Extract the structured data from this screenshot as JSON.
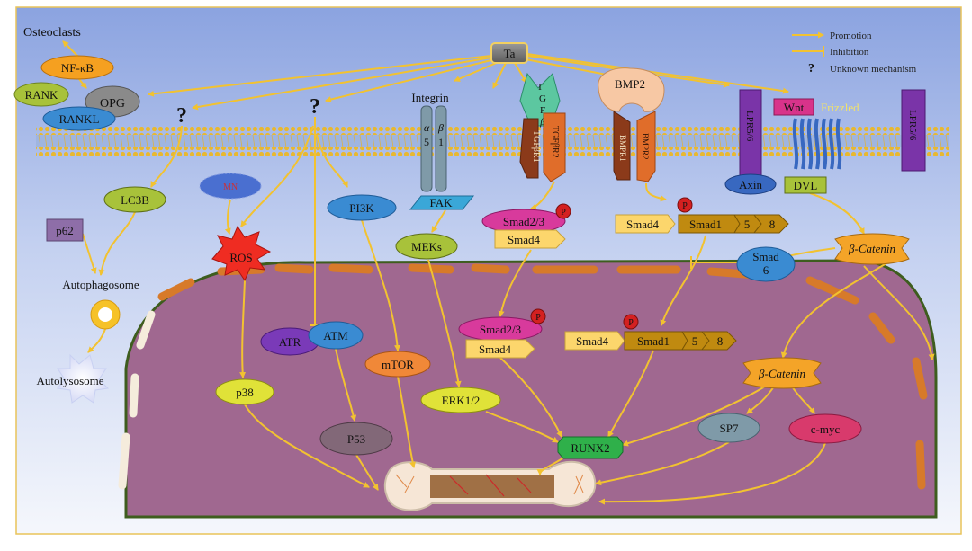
{
  "colors": {
    "arrow": "#f2c230",
    "membrane_head": "#e8b830",
    "nucleus": "#a06890",
    "bg_top": "#8ea6e2",
    "bg_bottom": "#f4f6fc"
  },
  "legend": {
    "promotion": "Promotion",
    "inhibition": "Inhibition",
    "unknown_symbol": "?",
    "unknown": "Unknown mechanism"
  },
  "labels": {
    "osteoclasts": "Osteoclasts",
    "nfkb": "NF-κB",
    "rank": "RANK",
    "opg": "OPG",
    "rankl": "RANKL",
    "ta": "Ta",
    "question": "?",
    "integrin": "Integrin",
    "integrin_alpha": "α",
    "integrin_beta": "β",
    "integrin_5a": "5",
    "integrin_1": "1",
    "tgfb_letters": [
      "T",
      "G",
      "F",
      "β"
    ],
    "tgfbr1": "TGFβR1",
    "tgfbr2": "TGFβR2",
    "bmp2": "BMP2",
    "bmpr1": "BMPR1",
    "bmpr2": "BMPR2",
    "lpr56": "LPR5/6",
    "wnt": "Wnt",
    "frizzled": "Frizzled",
    "axin": "Axin",
    "dvl": "DVL",
    "mn": "MN",
    "lc3b": "LC3B",
    "p62": "p62",
    "autophagosome": "Autophagosome",
    "autolysosome": "Autolysosome",
    "ros": "ROS",
    "pi3k": "PI3K",
    "fak": "FAK",
    "meks": "MEKs",
    "smad23": "Smad2/3",
    "smad4": "Smad4",
    "p": "P",
    "smad1": "Smad1",
    "n5": "5",
    "n8": "8",
    "smad6": "Smad\n6",
    "bcatenin": "β-Catenin",
    "atr": "ATR",
    "atm": "ATM",
    "mtor": "mTOR",
    "p38": "p38",
    "p53": "P53",
    "erk": "ERK1/2",
    "runx2": "RUNX2",
    "sp7": "SP7",
    "cmyc": "c-myc"
  }
}
